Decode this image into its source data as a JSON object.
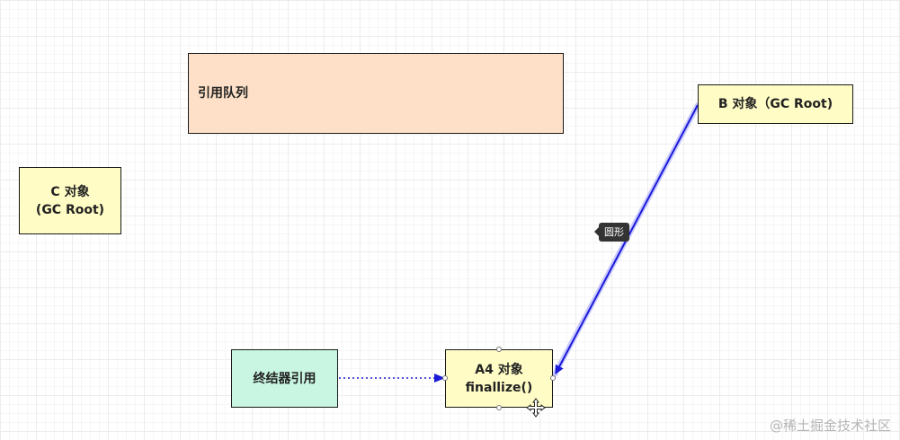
{
  "nodes": {
    "queue": {
      "label": "引用队列",
      "color": "#fde0c7"
    },
    "b_root": {
      "label": "B 对象（GC Root)",
      "color": "#fffcc5"
    },
    "c_root": {
      "label": "C 对象\n(GC Root)",
      "color": "#fffcc5"
    },
    "finalizer_ref": {
      "label": "终结器引用",
      "color": "#c8f6e2"
    },
    "a4": {
      "label": "A4 对象\nfinallize()",
      "color": "#fffcc5"
    }
  },
  "tooltip": {
    "text": "圆形"
  },
  "edges": {
    "solid_color": "#1a1ad8",
    "dotted_color": "#1a1ad8"
  },
  "watermark": {
    "text": "@稀土掘金技术社区"
  }
}
